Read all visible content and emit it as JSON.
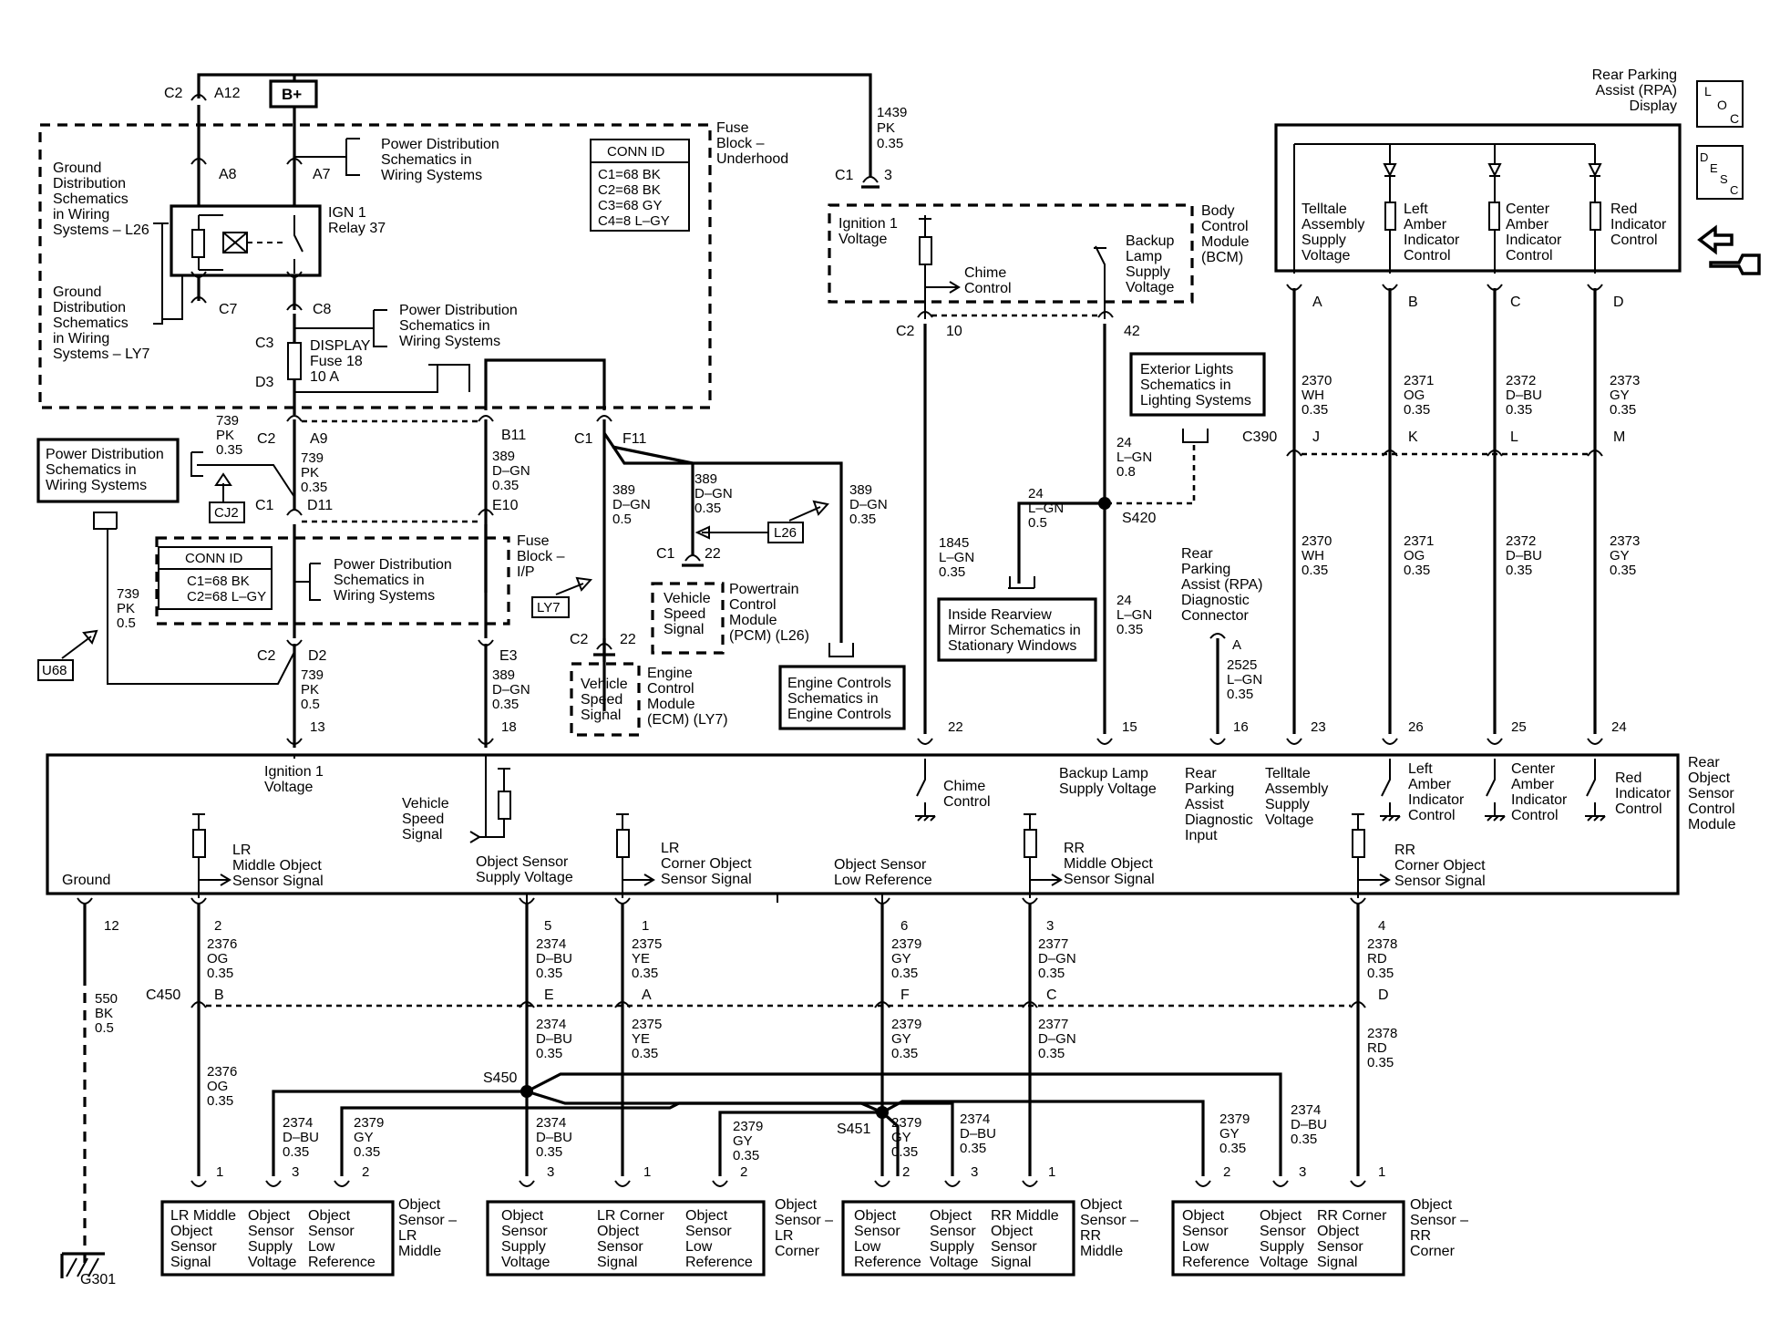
{
  "wires": {
    "top_a12": {
      "conn": "C2",
      "pin": "A12"
    },
    "bplus": "B+",
    "bcm_feed": {
      "circuit": "1439",
      "color": "PK",
      "gauge": "0.35"
    },
    "bcm_c1_3": {
      "conn": "C1",
      "pin": "3"
    },
    "pin_a8": "A8",
    "pin_a7": "A7",
    "pin_c7": "C7",
    "pin_c8": "C8",
    "pin_c3": "C3",
    "pin_d3": "D3",
    "fusebox_uh_title": "Fuse\nBlock –\nUnderhood",
    "gd_l26": "Ground\nDistribution\nSchematics\nin Wiring\nSystems – L26",
    "gd_ly7": "Ground\nDistribution\nSchematics\nin Wiring\nSystems – LY7",
    "pd1": "Power Distribution\nSchematics in\nWiring Systems",
    "pd2": "Power Distribution\nSchematics in\nWiring Systems",
    "pd3": "Power Distribution\nSchematics in\nWiring Systems",
    "pd4": "Power Distribution\nSchematics in\nWiring Systems",
    "relay": "IGN 1\nRelay 37",
    "fuse": "DISPLAY\nFuse 18\n10 A",
    "connid_uh": {
      "title": "CONN ID",
      "lines": [
        "C1=68 BK",
        "C2=68 BK",
        "C3=68 GY",
        "C4=8 L–GY"
      ]
    },
    "connid_ip": {
      "title": "CONN ID",
      "lines": [
        "C1=68 BK",
        "C2=68 L–GY"
      ]
    },
    "w739a": "739\nPK\n0.35",
    "w739b": "739\nPK\n0.35",
    "w739c": "739\nPK\n0.5",
    "w739d": "739\nPK\n0.5",
    "w389a": "389\nD–GN\n0.35",
    "w389b": "389\nD–GN\n0.35",
    "w389c": "389\nD–GN\n0.5",
    "w389d": "389\nD–GN\n0.35",
    "w389e": "389\nD–GN\n0.35",
    "w1845": "1845\nL–GN\n0.35",
    "w24a": "24\nL–GN\n0.8",
    "w24b": "24\nL–GN\n0.5",
    "w24c": "24\nL–GN\n0.35",
    "w2525": "2525\nL–GN\n0.35",
    "w2370a": "2370\nWH\n0.35",
    "w2371a": "2371\nOG\n0.35",
    "w2372a": "2372\nD–BU\n0.35",
    "w2373a": "2373\nGY\n0.35",
    "w2370b": "2370\nWH\n0.35",
    "w2371b": "2371\nOG\n0.35",
    "w2372b": "2372\nD–BU\n0.35",
    "w2373b": "2373\nGY\n0.35",
    "w550": "550\nBK\n0.5",
    "w2376a": "2376\nOG\n0.35",
    "w2376b": "2376\nOG\n0.35",
    "w2374a": "2374\nD–BU\n0.35",
    "w2374b": "2374\nD–BU\n0.35",
    "w2375a": "2375\nYE\n0.35",
    "w2375b": "2375\nYE\n0.35",
    "w2379a": "2379\nGY\n0.35",
    "w2379b": "2379\nGY\n0.35",
    "w2377a": "2377\nD–GN\n0.35",
    "w2377b": "2377\nD–GN\n0.35",
    "w2378a": "2378\nRD\n0.35",
    "w2378b": "2378\nRD\n0.35",
    "bl1": "2374\nD–BU\n0.35",
    "bl2": "2379\nGY\n0.35",
    "bl3": "2374\nD–BU\n0.35",
    "bl4": "2379\nGY\n0.35",
    "bl5": "2379\nGY\n0.35",
    "bl6": "2374\nD–BU\n0.35",
    "bl7": "2379\nGY\n0.35",
    "bl8": "2374\nD–BU\n0.35",
    "ip_title": "Fuse\nBlock –\nI/P",
    "cj2": "CJ2",
    "u68": "U68",
    "ly7": "LY7",
    "l26": "L26",
    "pcm": "Powertrain\nControl\nModule\n(PCM) (L26)",
    "ecm": "Engine\nControl\nModule\n(ECM) (LY7)",
    "vss1": "Vehicle\nSpeed\nSignal",
    "vss2": "Vehicle\nSpeed\nSignal",
    "ecsch": "Engine Controls\nSchematics in\nEngine Controls",
    "bcm_title": "Body\nControl\nModule\n(BCM)",
    "bcm_ign": "Ignition 1\nVoltage",
    "chime": "Chime\nControl",
    "backup": "Backup\nLamp\nSupply\nVoltage",
    "extlights": "Exterior Lights\nSchematics in\nLighting Systems",
    "mirror": "Inside Rearview\nMirror Schematics in\nStationary Windows",
    "s420": "S420",
    "rpa_diag": "Rear\nParking\nAssist (RPA)\nDiagnostic\nConnector",
    "rpa_display": "Rear Parking\nAssist (RPA)\nDisplay",
    "disp_a": "Telltale\nAssembly\nSupply\nVoltage",
    "disp_b": "Left\nAmber\nIndicator\nControl",
    "disp_c": "Center\nAmber\nIndicator\nControl",
    "disp_d": "Red\nIndicator\nControl",
    "c390": "C390",
    "loc": "L\nO\nC",
    "desc": "D\nE\nS\nC",
    "mod_title": "Rear\nObject\nSensor\nControl\nModule",
    "mod_ign": "Ignition 1\nVoltage",
    "mod_vss": "Vehicle\nSpeed\nSignal",
    "mod_ground": "Ground",
    "mod_chime": "Chime\nControl",
    "mod_backup": "Backup Lamp\nSupply Voltage",
    "mod_diag": "Rear\nParking\nAssist\nDiagnostic\nInput",
    "mod_tell": "Telltale\nAssembly\nSupply\nVoltage",
    "mod_left": "Left\nAmber\nIndicator\nControl",
    "mod_center": "Center\nAmber\nIndicator\nControl",
    "mod_red": "Red\nIndicator\nControl",
    "mod_lrm": "LR\nMiddle Object\nSensor Signal",
    "mod_osv": "Object Sensor\nSupply Voltage",
    "mod_lrc": "LR\nCorner Object\nSensor Signal",
    "mod_olr": "Object Sensor\nLow Reference",
    "mod_rrm": "RR\nMiddle Object\nSensor Signal",
    "mod_rrc": "RR\nCorner Object\nSensor Signal",
    "c450": "C450",
    "s450": "S450",
    "s451": "S451",
    "g301": "G301",
    "s1": {
      "title": "Object\nSensor –\nLR\nMiddle",
      "a": "LR Middle\nObject\nSensor\nSignal",
      "b": "Object\nSensor\nSupply\nVoltage",
      "c": "Object\nSensor\nLow\nReference"
    },
    "s2": {
      "title": "Object\nSensor –\nLR\nCorner",
      "a": "Object\nSensor\nSupply\nVoltage",
      "b": "LR Corner\nObject\nSensor\nSignal",
      "c": "Object\nSensor\nLow\nReference"
    },
    "s3": {
      "title": "Object\nSensor –\nRR\nMiddle",
      "a": "Object\nSensor\nLow\nReference",
      "b": "Object\nSensor\nSupply\nVoltage",
      "c": "RR Middle\nObject\nSensor\nSignal"
    },
    "s4": {
      "title": "Object\nSensor –\nRR\nCorner",
      "a": "Object\nSensor\nLow\nReference",
      "b": "Object\nSensor\nSupply\nVoltage",
      "c": "RR Corner\nObject\nSensor\nSignal"
    }
  }
}
